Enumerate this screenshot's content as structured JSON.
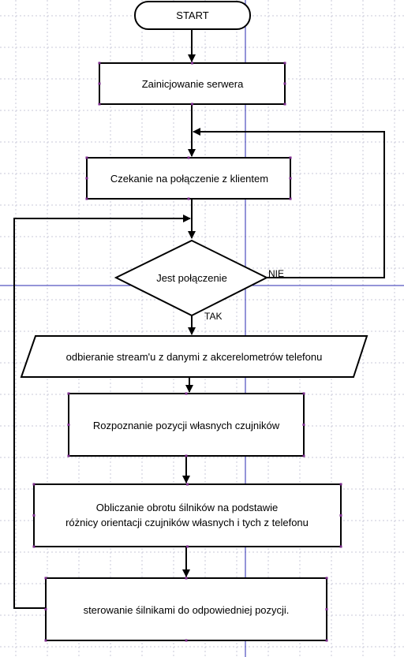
{
  "diagram": {
    "nodes": {
      "start": "START",
      "init": "Zainicjowanie serwera",
      "wait": "Czekanie na połączenie z klientem",
      "decision": "Jest połączenie",
      "receive": "odbieranie stream'u z danymi z akcerelometrów telefonu",
      "recognize": "Rozpoznanie pozycji własnych czujników",
      "calc_line1": "Obliczanie obrotu śilników na podstawie",
      "calc_line2": "różnicy orientacji czujników własnych i tych z telefonu",
      "control": "sterowanie śilnikami do odpowiedniej pozycji."
    },
    "edges": {
      "no": "NIE",
      "yes": "TAK"
    }
  }
}
